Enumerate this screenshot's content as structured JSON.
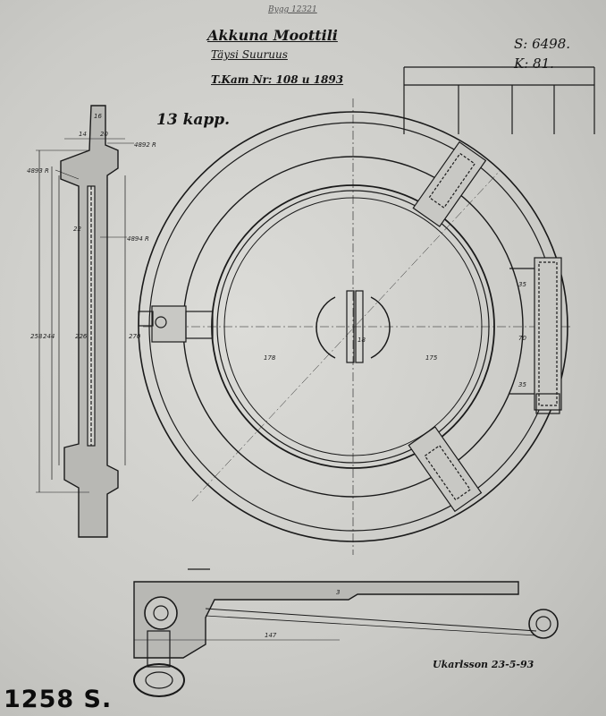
{
  "drawing": {
    "archive_number": "Bygg 12321",
    "title": "Akkuna Moottili",
    "subtitle": "Täysi Suuruus",
    "reference": "T.Kam Nr: 108 u 1893",
    "sheet_number": "S: 6498.",
    "k_number": "K: 81.",
    "quantity": "13 kapp.",
    "signature_date": "Ukarlsson 23-5-93",
    "stamp": "1258 S."
  },
  "labels": {
    "part_4892": "4892 R",
    "part_4893": "4893 R",
    "part_4894": "4894 R"
  },
  "dimensions": {
    "d_178": "178",
    "d_175": "175",
    "d_147": "147",
    "d_270": "270",
    "d_258": "258",
    "d_244": "244",
    "d_226": "226",
    "d_70": "70",
    "d_35a": "35",
    "d_35b": "35",
    "d_16": "16",
    "d_14": "14",
    "d_20": "20",
    "d_22": "22",
    "d_18": "18",
    "d_3": "3"
  },
  "colors": {
    "paper": "#cfcfcc",
    "ink": "#1a1a1a"
  }
}
